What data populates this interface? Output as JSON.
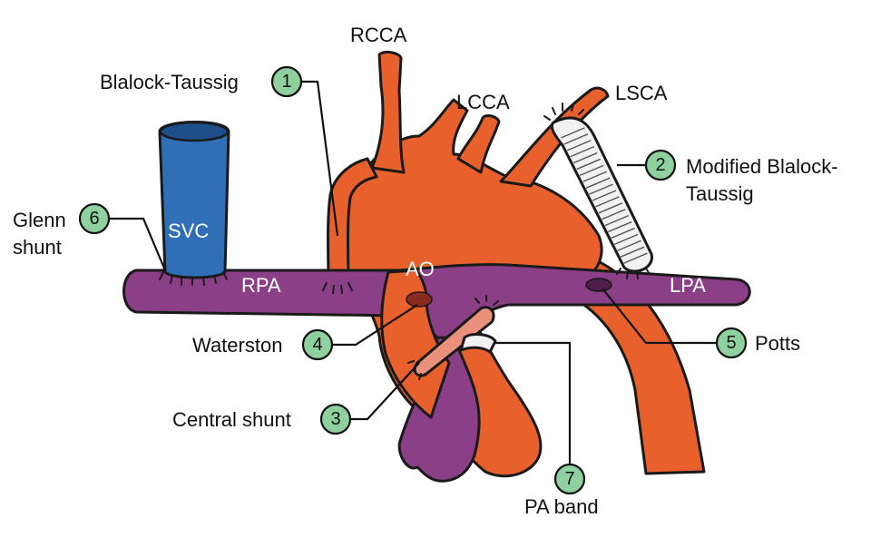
{
  "colors": {
    "artery": "#e8602c",
    "pulmonary": "#8a3f86",
    "svc": "#2f6fb8",
    "graft": "#f1f1f1",
    "central_shunt": "#e9917a",
    "badge": "#8fd19e",
    "ink": "#1a1a1a"
  },
  "vessels": {
    "rcca": "RCCA",
    "lcca": "LCCA",
    "lsca": "LSCA",
    "svc": "SVC",
    "rpa": "RPA",
    "lpa": "LPA",
    "ao": "AO"
  },
  "procedures": [
    {
      "number": "1",
      "label": "Blalock-Taussig"
    },
    {
      "number": "2",
      "label_line1": "Modified Blalock-",
      "label_line2": "Taussig"
    },
    {
      "number": "3",
      "label": "Central shunt"
    },
    {
      "number": "4",
      "label": "Waterston"
    },
    {
      "number": "5",
      "label": "Potts"
    },
    {
      "number": "6",
      "label_line1": "Glenn",
      "label_line2": "shunt"
    },
    {
      "number": "7",
      "label": "PA band"
    }
  ]
}
